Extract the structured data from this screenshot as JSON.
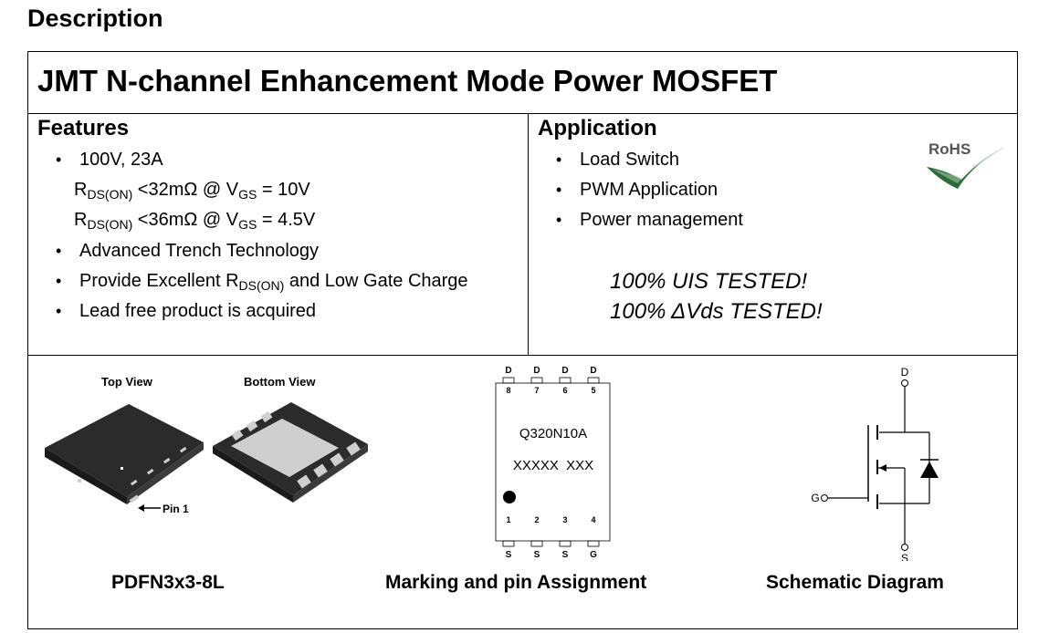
{
  "description_heading": "Description",
  "title": "JMT N-channel Enhancement Mode Power MOSFET",
  "features": {
    "heading": "Features",
    "rating": "100V, 23A",
    "rds1_value": "<32mΩ @ V",
    "rds1_cond": "= 10V",
    "rds2_value": "<36mΩ @ V",
    "rds2_cond": "= 4.5V",
    "r_letter": "R",
    "v_letter": "V",
    "ds_on_sub": "DS(ON)",
    "gs_sub": "GS",
    "item2": "Advanced Trench Technology",
    "item3_prefix": "Provide Excellent R",
    "item3_suffix": " and Low Gate Charge",
    "item4": "Lead free product is acquired"
  },
  "application": {
    "heading": "Application",
    "items": [
      "Load Switch",
      "PWM Application",
      "Power management"
    ],
    "uis_tested": "100% UIS TESTED!",
    "vds_tested": "100% ΔVds TESTED!",
    "rohs_label": "RoHS"
  },
  "package": {
    "top_view_label": "Top View",
    "bottom_view_label": "Bottom View",
    "pin1_label": "Pin 1",
    "caption": "PDFN3x3-8L"
  },
  "marking": {
    "top_pin_labels": [
      "D",
      "D",
      "D",
      "D"
    ],
    "top_pin_numbers": [
      "8",
      "7",
      "6",
      "5"
    ],
    "bottom_pin_numbers": [
      "1",
      "2",
      "3",
      "4"
    ],
    "bottom_pin_labels": [
      "S",
      "S",
      "S",
      "G"
    ],
    "part_number": "Q320N10A",
    "lot_code": "XXXXX  XXX",
    "caption": "Marking and pin Assignment"
  },
  "schematic": {
    "drain_label": "D",
    "gate_label": "G",
    "source_label": "S",
    "caption": "Schematic Diagram"
  },
  "colors": {
    "border": "#000000",
    "package_body": "#2b2b2b",
    "package_pads": "#cfcfcf",
    "rohs_green_dark": "#2e6b3a",
    "rohs_green_light": "#9bc4a0"
  }
}
